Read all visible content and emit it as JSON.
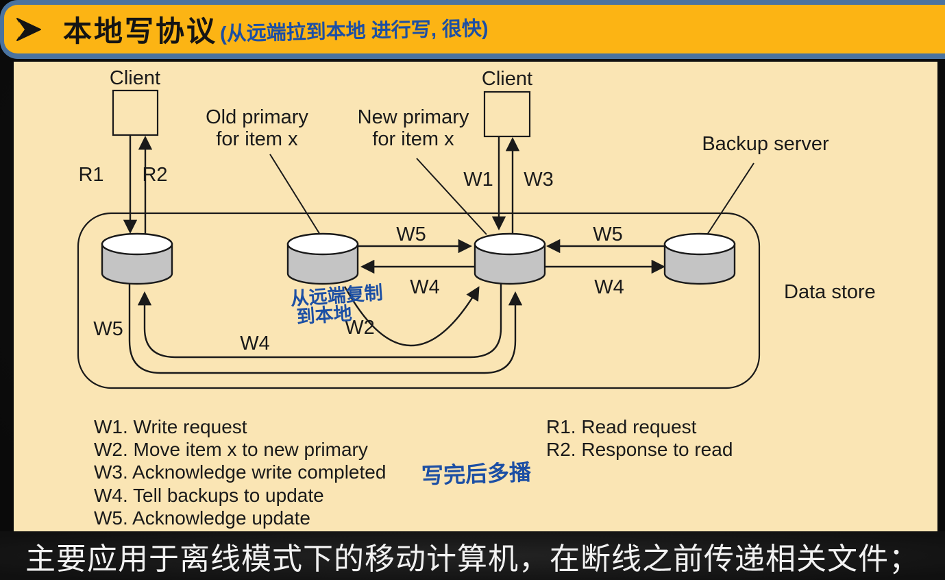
{
  "header": {
    "title": "本地写协议",
    "annotation": "(从远端拉到本地 进行写, 很快)"
  },
  "diagram": {
    "nodes": {
      "client_left": "Client",
      "client_right": "Client",
      "old_primary": [
        "Old primary",
        "for item x"
      ],
      "new_primary": [
        "New primary",
        "for item x"
      ],
      "backup_server": "Backup server",
      "data_store": "Data store"
    },
    "arrow_labels": {
      "r1": "R1",
      "r2": "R2",
      "w1": "W1",
      "w3": "W3",
      "w5_mid": "W5",
      "w4_mid": "W4",
      "w5_right": "W5",
      "w4_right": "W4",
      "w2": "W2",
      "w4_loop": "W4",
      "w5_loop": "W5"
    },
    "annotations": {
      "copy_note": [
        "从远端复制",
        "到本地"
      ]
    }
  },
  "legend": {
    "write_items": [
      "W1. Write request",
      "W2. Move item x to new primary",
      "W3. Acknowledge write completed",
      "W4. Tell backups to update",
      "W5. Acknowledge update"
    ],
    "read_items": [
      "R1. Read request",
      "R2. Response to read"
    ],
    "annotation_after_w3": "写完后多播"
  },
  "footer": {
    "text": "主要应用于离线模式下的移动计算机，在断线之前传递相关文件；"
  },
  "colors": {
    "header_bg": "#FCB414",
    "header_border": "#4A73A0",
    "panel_bg": "#FAE5B4",
    "ink_blue": "#1C4FA4",
    "diagram_line": "#1A1A1A",
    "cylinder_fill": "#C4C4C4",
    "footer_bg": "#111111",
    "footer_text": "#F2F2F2"
  }
}
